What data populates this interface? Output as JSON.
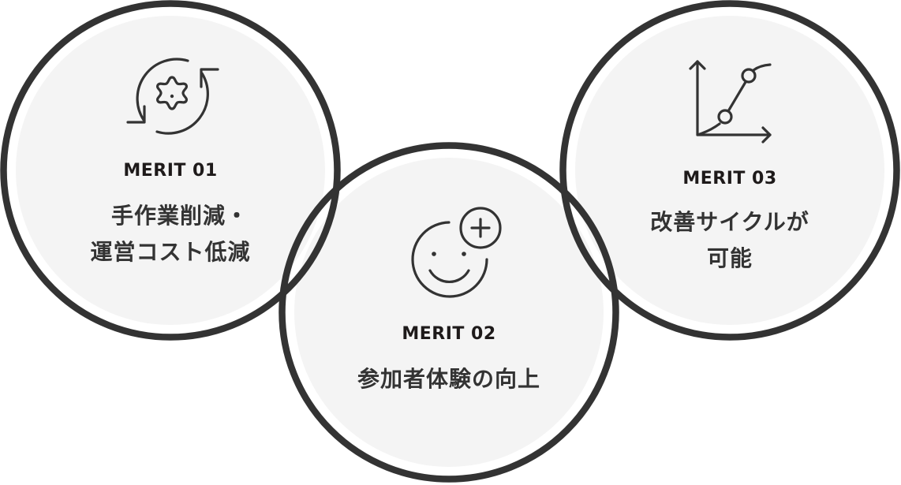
{
  "colors": {
    "background": "#ffffff",
    "circle_fill": "#f4f4f4",
    "circle_stroke": "#333333",
    "label_color": "#1e1a1a",
    "text_color": "#333333"
  },
  "merits": [
    {
      "label": "MERIT 01",
      "lines": [
        "手作業削減・",
        "運営コスト低減"
      ],
      "icon": "gear-cycle-icon"
    },
    {
      "label": "MERIT 02",
      "lines": [
        "参加者体験の向上"
      ],
      "icon": "smiley-plus-icon"
    },
    {
      "label": "MERIT 03",
      "lines": [
        "改善サイクルが",
        "可能"
      ],
      "icon": "growth-chart-icon"
    }
  ]
}
